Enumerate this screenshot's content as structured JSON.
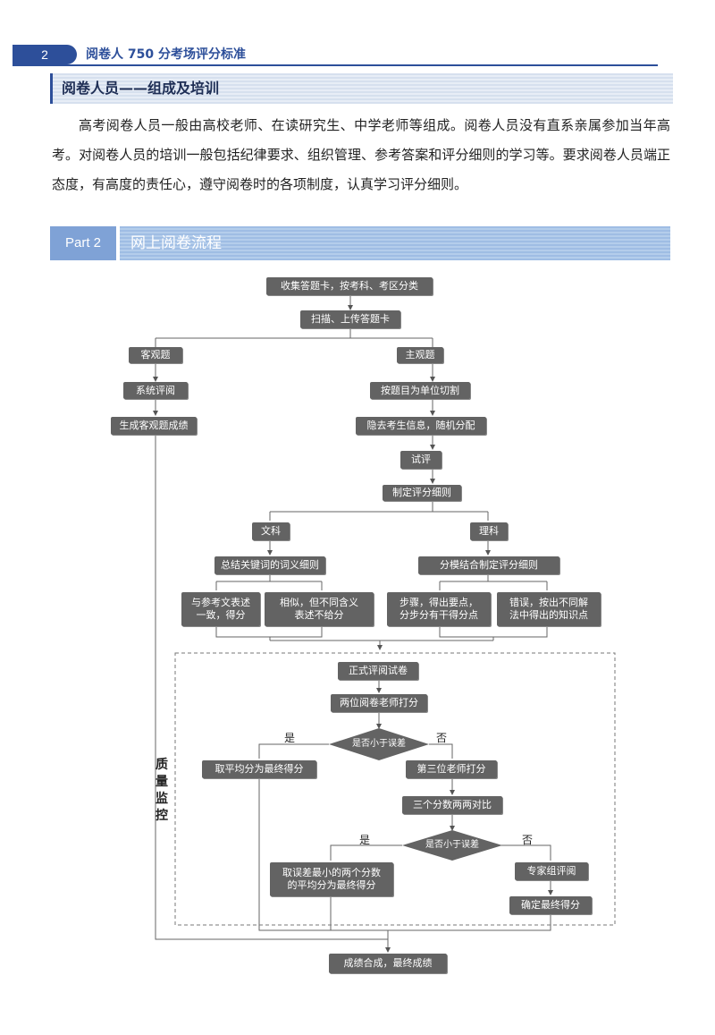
{
  "header": {
    "page_number": "2",
    "title": "阅卷人 750 分考场评分标准"
  },
  "section1": {
    "title": "阅卷人员——组成及培训",
    "paragraph": "高考阅卷人员一般由高校老师、在读研究生、中学老师等组成。阅卷人员没有直系亲属参加当年高考。对阅卷人员的培训一般包括纪律要求、组织管理、参考答案和评分细则的学习等。要求阅卷人员端正态度，有高度的责任心，遵守阅卷时的各项制度，认真学习评分细则。"
  },
  "part2": {
    "label": "Part 2",
    "title": "网上阅卷流程"
  },
  "flow": {
    "collect": "收集答题卡，按考科、考区分类",
    "scan": "扫描、上传答题卡",
    "objective": "客观题",
    "machine": "系统评阅",
    "gen_obj_score": "生成客观题成绩",
    "subjective": "主观题",
    "split": "按题目为单位切割",
    "hide": "隐去考生信息，随机分配",
    "trial": "试评",
    "rules": "制定评分细则",
    "liberal": "文科",
    "science": "理科",
    "lib_rule": "总结关键词的词义细则",
    "sci_rule": "分模结合制定评分细则",
    "lib_a": "与参考文表述\n一致，得分",
    "lib_b": "相似，但不同含义\n表述不给分",
    "sci_a": "步骤，得出要点，\n分步分有干得分点",
    "sci_b": "错误，按出不同解\n法中得出的知识点",
    "formal": "正式评阅试卷",
    "two_teachers": "两位阅卷老师打分",
    "within_error": "是否小于误差",
    "avg_final": "取平均分为最终得分",
    "third": "第三位老师打分",
    "three_compare": "三个分数两两对比",
    "within_error2": "是否小于误差",
    "pick_two": "取误差最小的两个分数\n的平均分为最终得分",
    "expert_group": "专家组评阅",
    "decide_final": "确定最终得分",
    "merge": "成绩合成，最终成绩",
    "yes": "是",
    "no": "否",
    "yes2": "是",
    "no2": "否",
    "quality": "质量监控"
  }
}
